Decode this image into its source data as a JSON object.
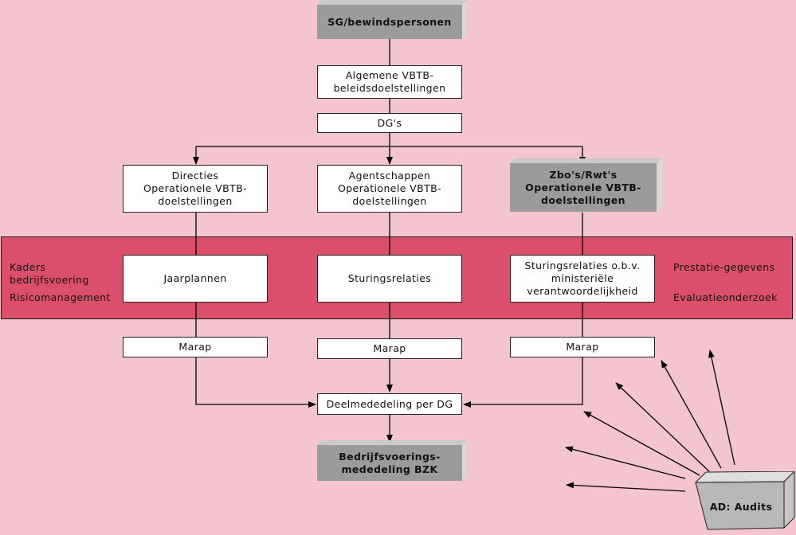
{
  "colors": {
    "background": "#f4c5cf",
    "band": "#dc4f6c",
    "box": "#ffffff",
    "grey_box": "#9b9b9b"
  },
  "diagram": {
    "top": "SG/bewindspersonen",
    "algemene": "Algemene VBTB-\nbeleidsdoelstellingen",
    "dgs": "DG's",
    "directies": "Directies\nOperationele VBTB-\ndoelstellingen",
    "agentschappen": "Agentschappen\nOperationele VBTB-\ndoelstellingen",
    "zbos": "Zbo's/Rwt's\nOperationele VBTB-\ndoelstellingen",
    "jaarplannen": "Jaarplannen",
    "sturingsrelaties": "Sturingsrelaties",
    "sturingsrelaties_obv": "Sturingsrelaties o.b.v.\nministeriële\nverantwoordelijkheid",
    "marap_left": "Marap",
    "marap_mid": "Marap",
    "marap_right": "Marap",
    "deelmededeling": "Deelmededeling per DG",
    "bedrijfsvoering": "Bedrijfsvoerings-\nmededeling BZK",
    "audits": "AD: Audits",
    "side_left_top": "Kaders\nbedrijfsvoering",
    "side_left_bottom": "Risicomanagement",
    "side_right_top": "Prestatie-gegevens",
    "side_right_bottom": "Evaluatieonderzoek"
  }
}
